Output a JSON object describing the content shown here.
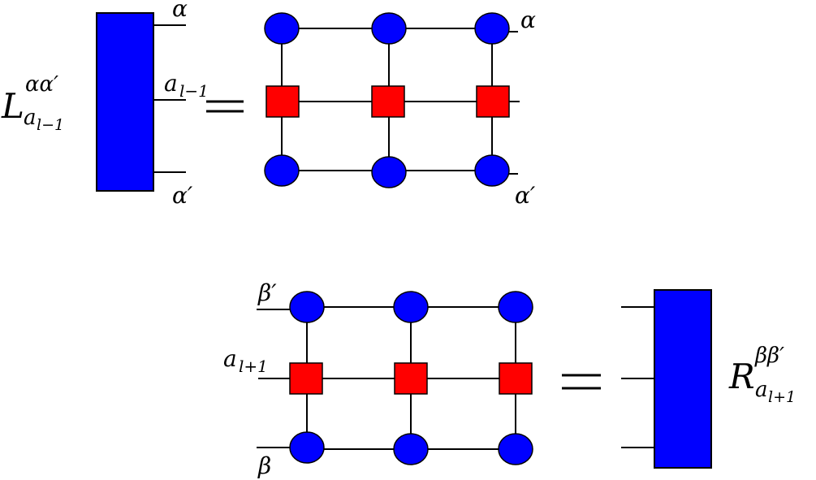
{
  "left_equation": {
    "tensor_symbol": "L",
    "tensor_superscript": "αα′",
    "tensor_subscript": "a",
    "tensor_subscript_index": "l−1",
    "leg_top_label": "α",
    "leg_middle_label": "a",
    "leg_middle_label_index": "l−1",
    "leg_bottom_label": "α′",
    "network_top_right_label": "α",
    "network_bottom_right_label": "α′",
    "colors": {
      "block": "#0000ff",
      "circle": "#0000ff",
      "square": "#ff0000"
    }
  },
  "right_equation": {
    "tensor_symbol": "R",
    "tensor_superscript": "ββ′",
    "tensor_subscript": "a",
    "tensor_subscript_index": "l+1",
    "network_top_left_label": "β′",
    "network_middle_left_label": "a",
    "network_middle_left_label_index": "l+1",
    "network_bottom_left_label": "β"
  }
}
